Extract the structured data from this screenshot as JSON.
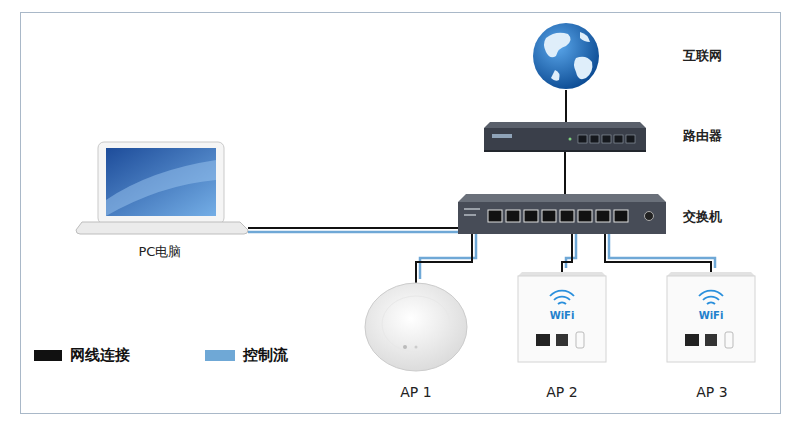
{
  "diagram": {
    "nodes": [
      {
        "text": [
          "互联网"
        ]
      },
      {
        "text": [
          "路由器"
        ]
      },
      {
        "text": [
          "交换机"
        ]
      },
      {
        "text": [
          "PC电脑"
        ]
      },
      {
        "text": [
          "AP 1"
        ]
      },
      {
        "text": [
          "WiFi",
          "AP 2"
        ]
      },
      {
        "text": [
          "WiFi",
          "AP 3"
        ]
      }
    ],
    "edges": [
      {
        "from": 0,
        "to": 1,
        "arrow": "none"
      },
      {
        "from": 1,
        "to": 2,
        "arrow": "none"
      },
      {
        "from": 3,
        "to": 2,
        "arrow": "none"
      },
      {
        "from": 2,
        "to": 4,
        "arrow": "none"
      },
      {
        "from": 2,
        "to": 5,
        "arrow": "none"
      },
      {
        "from": 2,
        "to": 6,
        "arrow": "none"
      }
    ],
    "legend": [
      {
        "text": "网线连接",
        "color": "#111111"
      },
      {
        "text": "控制流",
        "color": "#6fa8d6"
      }
    ]
  }
}
